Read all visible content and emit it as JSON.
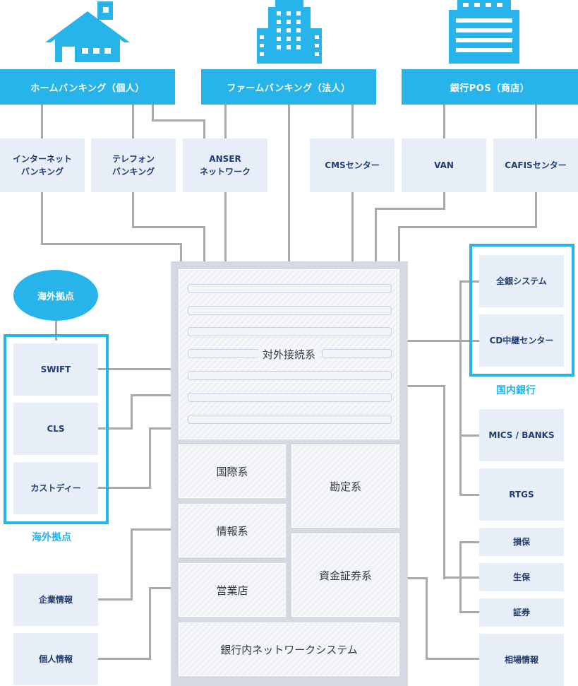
{
  "top_categories": {
    "home": "ホームバンキング（個人）",
    "firm": "ファームバンキング（法人）",
    "pos": "銀行POS（商店）"
  },
  "channels": {
    "internet": "インターネット\nバンキング",
    "telephone": "テレフォン\nバンキング",
    "anser": "ANSER\nネットワーク",
    "cms": "CMSセンター",
    "van": "VAN",
    "cafis": "CAFISセンター"
  },
  "overseas": {
    "bubble": "海外拠点",
    "swift": "SWIFT",
    "cls": "CLS",
    "custody": "カストディー",
    "group_label": "海外拠点"
  },
  "domestic": {
    "zengin": "全銀システム",
    "cd": "CD中継センター",
    "group_label": "国内銀行"
  },
  "right_side": {
    "mics": "MICS / BANKS",
    "rtgs": "RTGS",
    "sonpo": "損保",
    "seiho": "生保",
    "shoken": "証券",
    "soba": "相場情報"
  },
  "left_side": {
    "kigyo": "企業情報",
    "kojin": "個人情報"
  },
  "core_system": {
    "external": "対外接続系",
    "kokusai": "国際系",
    "kanjo": "勘定系",
    "joho": "情報系",
    "shikin": "資金証券系",
    "eigyo": "営業店",
    "network": "銀行内ネットワークシステム"
  },
  "colors": {
    "accent": "#27B4EA",
    "box_bg": "#E8EEF7",
    "box_text": "#1F3D72",
    "connector": "#AAAAAA",
    "frame": "#D4D9E2"
  },
  "icons": [
    "house-icon",
    "building-icon",
    "office-building-icon"
  ]
}
